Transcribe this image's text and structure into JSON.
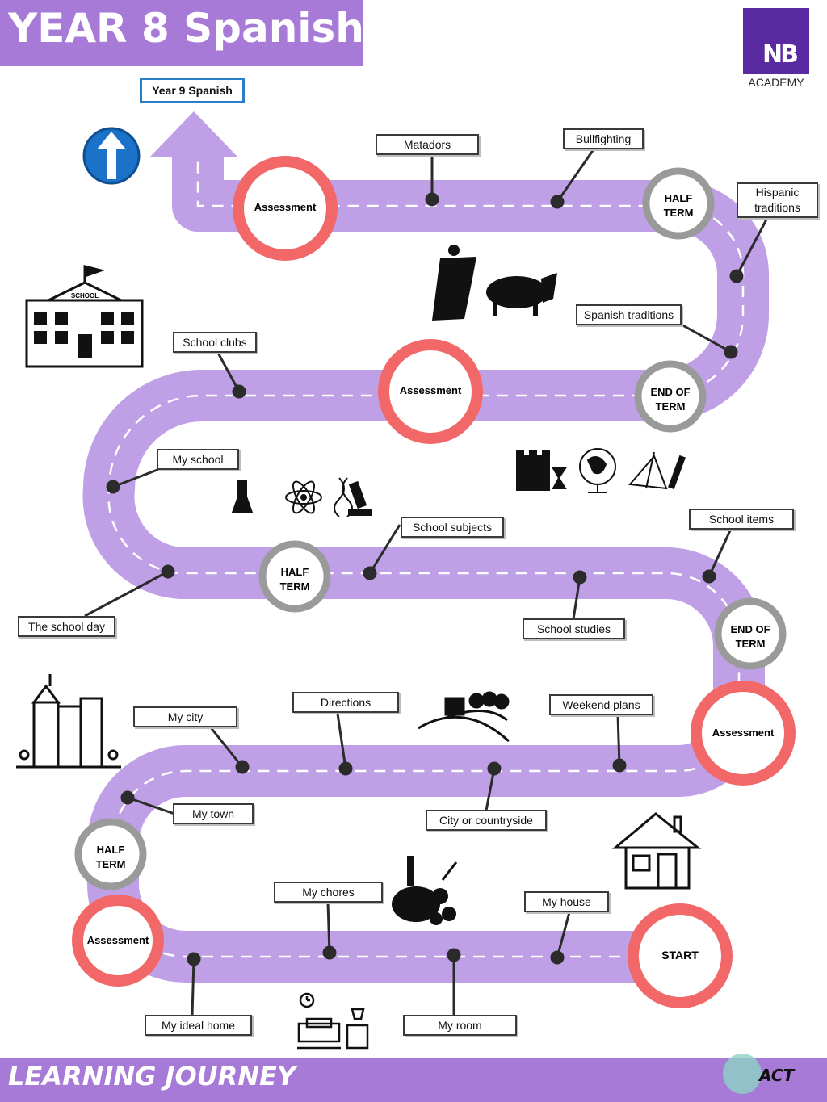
{
  "header": {
    "title": "YEAR 8 Spanish"
  },
  "next_step": {
    "label": "Year 9 Spanish"
  },
  "logo": {
    "text": "NB",
    "subtitle": "ACADEMY"
  },
  "footer": {
    "title": "LEARNING JOURNEY",
    "brand": "ACT"
  },
  "milestones": {
    "start": "START",
    "assessment": "Assessment",
    "half_term_1": "HALF",
    "half_term_2": "TERM",
    "end_of_term_1": "END OF",
    "end_of_term_2": "TERM"
  },
  "topics": {
    "my_room": "My room",
    "my_ideal_home": "My ideal home",
    "my_house": "My house",
    "my_chores": "My chores",
    "my_town": "My town",
    "my_city": "My city",
    "directions": "Directions",
    "city_or_countryside": "City or countryside",
    "weekend_plans": "Weekend plans",
    "school_items": "School items",
    "school_studies": "School studies",
    "school_subjects": "School subjects",
    "the_school_day": "The school day",
    "my_school": "My school",
    "school_clubs": "School clubs",
    "spanish_traditions": "Spanish traditions",
    "hispanic_traditions": "Hispanic traditions",
    "bullfighting": "Bullfighting",
    "matadors": "Matadors"
  },
  "school_sign": "SCHOOL",
  "colors": {
    "header": "#a67ad6",
    "road": "#bfa0e6",
    "assessment_ring": "#f26868",
    "term_ring": "#9a9a9a",
    "arrow_sign": "#1a73c9"
  }
}
